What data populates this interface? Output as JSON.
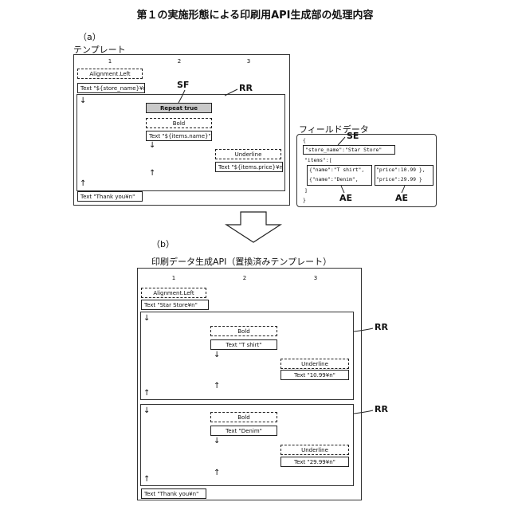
{
  "title": "第１の実施形態による印刷用API生成部の処理内容",
  "section_a": {
    "label": "（a）",
    "template_label": "テンプレート",
    "columns": [
      "1",
      "2",
      "3"
    ],
    "alignment": "Alignment.Left",
    "store_text": "Text \"${store_name}¥n\"",
    "repeat": "Repeat true",
    "bold": "Bold",
    "items_name_text": "Text \"${items.name}\"",
    "underline": "Underline",
    "items_price_text": "Text \"${items.price}¥n\"",
    "thank_text": "Text \"Thank you¥n\"",
    "down_arrow": "↓",
    "up_arrow": "↑",
    "sf_label": "SF",
    "rr_label": "RR"
  },
  "field_data": {
    "label": "フィールドデータ",
    "open_brace": "{",
    "store_line": "\"store_name\":\"Star Store\"",
    "items_line": "\"items\":[",
    "item1_name": "{\"name\":\"T shirt\",",
    "item1_price": "\"price\":10.99 },",
    "item2_name": "{\"name\":\"Denim\",",
    "item2_price": "\"price\":29.99 }",
    "close_bracket": "]",
    "close_brace": "}",
    "se_label": "SE",
    "ae_label_1": "AE",
    "ae_label_2": "AE"
  },
  "section_b": {
    "label": "（b）",
    "api_label": "印刷データ生成API（置換済みテンプレート）",
    "columns": [
      "1",
      "2",
      "3"
    ],
    "alignment": "Alignment.Left",
    "store_text": "Text \"Star Store¥n\"",
    "bold": "Bold",
    "underline": "Underline",
    "item1_name_text": "Text \"T shirt\"",
    "item1_price_text": "Text \"10.99¥n\"",
    "item2_name_text": "Text \"Denim\"",
    "item2_price_text": "Text \"29.99¥n\"",
    "thank_text": "Text \"Thank you¥n\"",
    "down_arrow": "↓",
    "up_arrow": "↑",
    "rr_label_1": "RR",
    "rr_label_2": "RR"
  }
}
